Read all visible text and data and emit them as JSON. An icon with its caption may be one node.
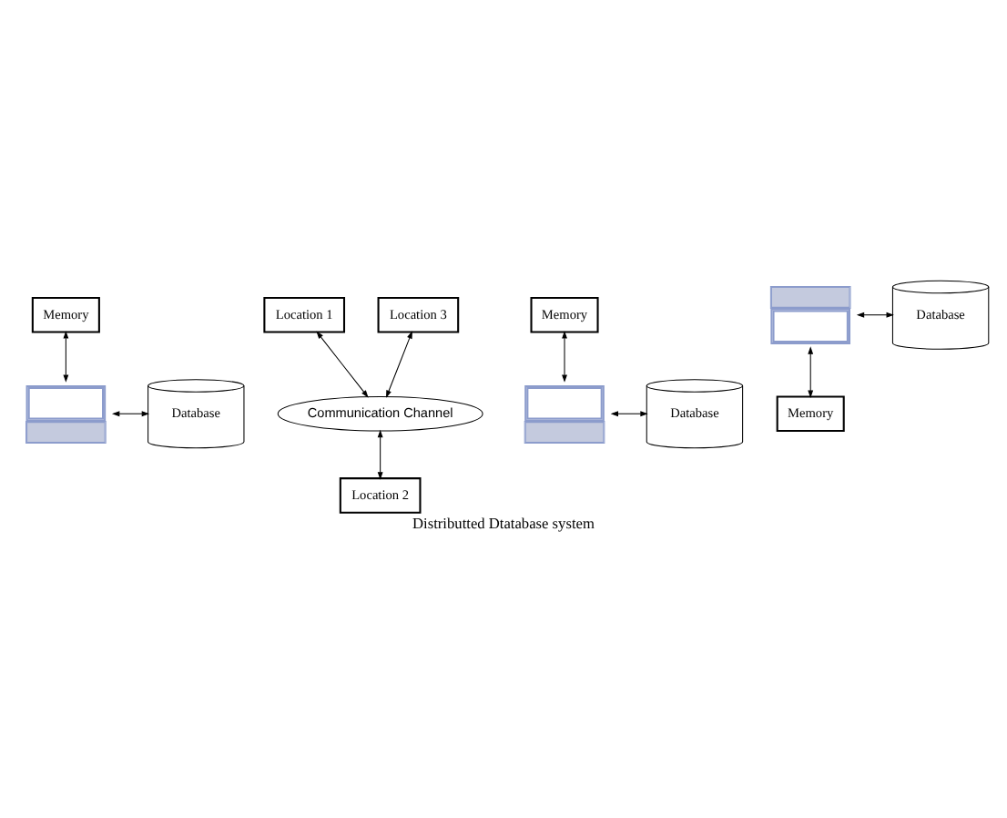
{
  "diagram": {
    "caption": "Distributted Dtatabase system",
    "nodes": [
      {
        "text": [
          "Memory"
        ]
      },
      {
        "text": [],
        "shape": "laptop"
      },
      {
        "text": [
          "Database"
        ]
      },
      {
        "text": [
          "Location 1"
        ]
      },
      {
        "text": [
          "Communication Channel"
        ]
      },
      {
        "text": [
          "Memory"
        ]
      },
      {
        "text": [],
        "shape": "laptop"
      },
      {
        "text": [
          "Database"
        ]
      },
      {
        "text": [
          "Location 2"
        ]
      },
      {
        "text": [
          "Location 3"
        ]
      },
      {
        "text": [],
        "shape": "laptop"
      },
      {
        "text": [
          "Database"
        ]
      },
      {
        "text": [
          "Memory"
        ]
      }
    ],
    "edges": [
      {
        "from": 0,
        "to": 1,
        "arrow": "both"
      },
      {
        "from": 1,
        "to": 2,
        "arrow": "both"
      },
      {
        "from": 3,
        "to": 4,
        "arrow": "both"
      },
      {
        "from": 5,
        "to": 6,
        "arrow": "both"
      },
      {
        "from": 6,
        "to": 7,
        "arrow": "both"
      },
      {
        "from": 4,
        "to": 8,
        "arrow": "both"
      },
      {
        "from": 9,
        "to": 4,
        "arrow": "both"
      },
      {
        "from": 10,
        "to": 11,
        "arrow": "both"
      },
      {
        "from": 10,
        "to": 12,
        "arrow": "both"
      }
    ]
  }
}
